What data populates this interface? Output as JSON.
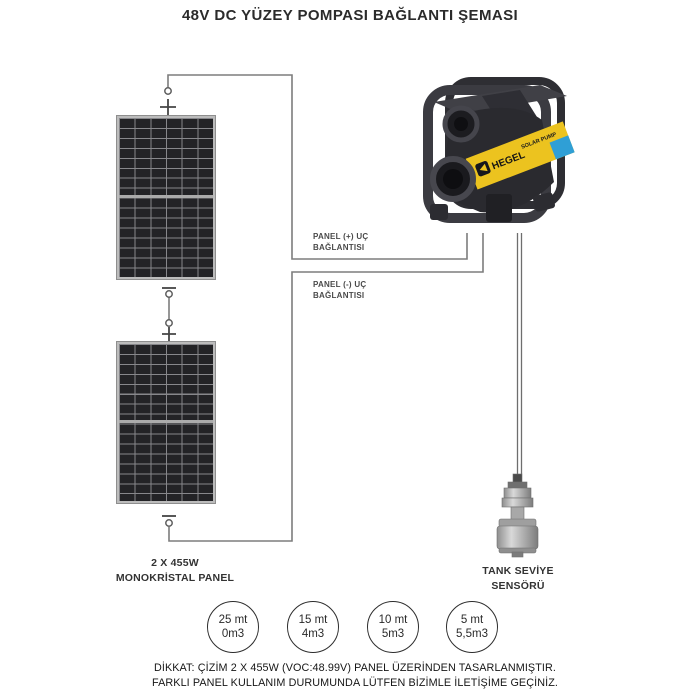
{
  "title": "48V DC YÜZEY POMPASI BAĞLANTI ŞEMASI",
  "colors": {
    "accent_yellow": "#ecc31f",
    "accent_blue": "#2f9fd6",
    "wire_gray": "#7d7d7d",
    "panel_dark": "#232326"
  },
  "panels": {
    "caption_line1": "2 X 455W",
    "caption_line2": "MONOKRİSTAL PANEL",
    "polarity_plus": "+",
    "polarity_minus": "−"
  },
  "connections": {
    "positive": {
      "line1": "PANEL (+) UÇ",
      "line2": "BAĞLANTISI"
    },
    "negative": {
      "line1": "PANEL (-) UÇ",
      "line2": "BAĞLANTISI"
    }
  },
  "pump": {
    "brand": "HEGEL",
    "label": "SOLAR PUMP"
  },
  "sensor": {
    "line1": "TANK SEVİYE",
    "line2": "SENSÖRÜ"
  },
  "performance": [
    {
      "depth": "25 mt",
      "flow": "0m3"
    },
    {
      "depth": "15 mt",
      "flow": "4m3"
    },
    {
      "depth": "10 mt",
      "flow": "5m3"
    },
    {
      "depth": "5 mt",
      "flow": "5,5m3"
    }
  ],
  "warning": {
    "line1": "DİKKAT: ÇİZİM 2 X 455W (VOC:48.99V) PANEL ÜZERİNDEN TASARLANMIŞTIR.",
    "line2": "FARKLI PANEL KULLANIM DURUMUNDA LÜTFEN BİZİMLE İLETİŞİME GEÇİNİZ."
  }
}
